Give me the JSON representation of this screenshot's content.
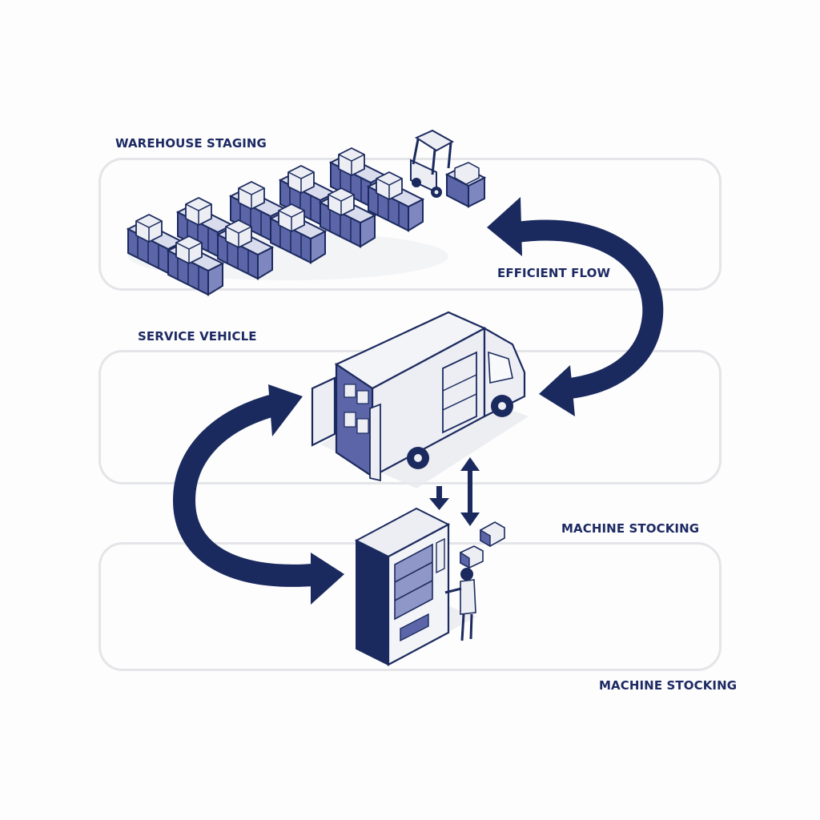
{
  "diagram": {
    "title": "Vending restock flow",
    "colors": {
      "navy": "#1b2a5e",
      "bin_fill": "#5b65a8",
      "light_fill": "#eceef4",
      "lane_border": "#e4e5e8",
      "background": "#fdfdfd"
    },
    "lanes": [
      {
        "id": "warehouse",
        "label": "WAREHOUSE STAGING"
      },
      {
        "id": "vehicle",
        "label": "SERVICE VEHICLE"
      },
      {
        "id": "machine",
        "label": "MACHINE STOCKING"
      }
    ],
    "annotations": {
      "flow_label": "EFFICIENT FLOW",
      "machine_label_top": "MACHINE STOCKING",
      "machine_label_bottom": "MACHINE STOCKING"
    },
    "illustrations": {
      "warehouse": "storage bins with boxes and rolls, forklift carrying a bin",
      "vehicle": "delivery van with open rear door and shelved boxes",
      "machine": "vending machine with worker restocking, boxes"
    },
    "connectors": [
      {
        "from": "vehicle",
        "to": "warehouse",
        "style": "curved-arrow-both-ends",
        "label": "EFFICIENT FLOW"
      },
      {
        "from": "vehicle",
        "to": "machine",
        "style": "curved-arrow-both-ends"
      },
      {
        "from": "vehicle",
        "to": "machine",
        "style": "down-arrow"
      },
      {
        "from": "vehicle",
        "to": "machine",
        "style": "double-vertical-arrow"
      }
    ]
  }
}
